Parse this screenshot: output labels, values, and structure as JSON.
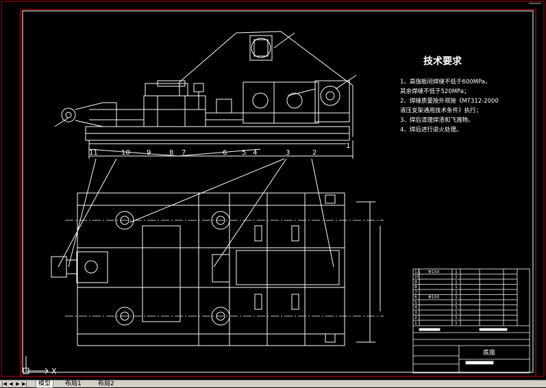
{
  "requirements": {
    "title": "技术要求",
    "items": [
      "1、高强板间焊缝不低于600MPa，",
      "其余焊缝不低于520MPa；",
      "2、焊缝质量按外观按《MT312-2000",
      "液压支架通用技术条件》执行；",
      "3、焊后清理焊渣和飞溅物。",
      "4、焊后进行退火处理。"
    ]
  },
  "balloons_top": [
    "11",
    "10",
    "9",
    "8",
    "7",
    "6",
    "5",
    "4",
    "3",
    "2",
    "1"
  ],
  "title_block": {
    "part_name": "底座",
    "bom_rows": [
      {
        "no": "11",
        "code": "Φ150",
        "qty": "1"
      },
      {
        "no": "10",
        "code": "",
        "qty": "1"
      },
      {
        "no": "9",
        "code": "",
        "qty": "1"
      },
      {
        "no": "8",
        "code": "",
        "qty": "1"
      },
      {
        "no": "7",
        "code": "",
        "qty": "1"
      },
      {
        "no": "6",
        "code": "Φ100",
        "qty": "1"
      },
      {
        "no": "5",
        "code": "",
        "qty": "1"
      },
      {
        "no": "4",
        "code": "",
        "qty": "1"
      },
      {
        "no": "3",
        "code": "",
        "qty": "1"
      },
      {
        "no": "2",
        "code": "",
        "qty": "1"
      },
      {
        "no": "1",
        "code": "",
        "qty": "1"
      }
    ]
  },
  "ucs_label": "X",
  "tabs": [
    "模型",
    "布局1",
    "布局2"
  ],
  "colors": {
    "background": "#000000",
    "lines": "#ffffff",
    "border_red": "#c00000",
    "tab_bar": "#d4d0c8"
  }
}
